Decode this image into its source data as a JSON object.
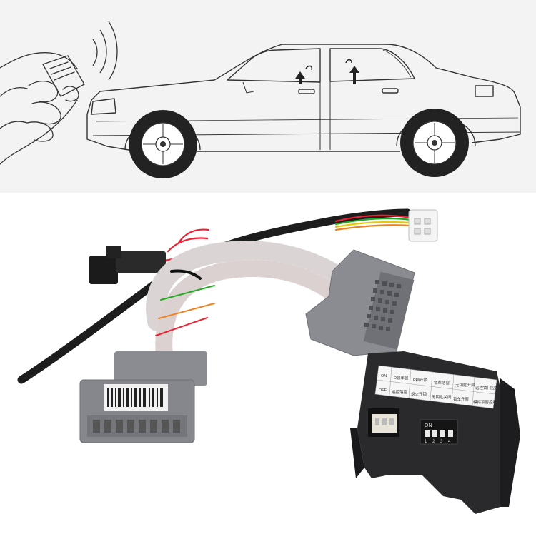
{
  "dip_switch": {
    "on_label": "ON",
    "numbers": [
      "1",
      "2",
      "3",
      "4"
    ]
  },
  "module_table": {
    "row_on": [
      "ON",
      "D锁车窗",
      "P挡开锁",
      "锁车落窗",
      "无钥匙开启",
      "远程锁门控制"
    ],
    "row_off": [
      "OFF",
      "遥控落窗",
      "熄火开锁",
      "无钥匙关闭",
      "锁车升窗",
      "模拟锁窗控制"
    ]
  },
  "colors": {
    "illustration_bg": "#f3f3f3",
    "connector_grey": "#8a8c91",
    "module_black": "#2a2a2c",
    "sleeve_black": "#1d1d1d"
  }
}
